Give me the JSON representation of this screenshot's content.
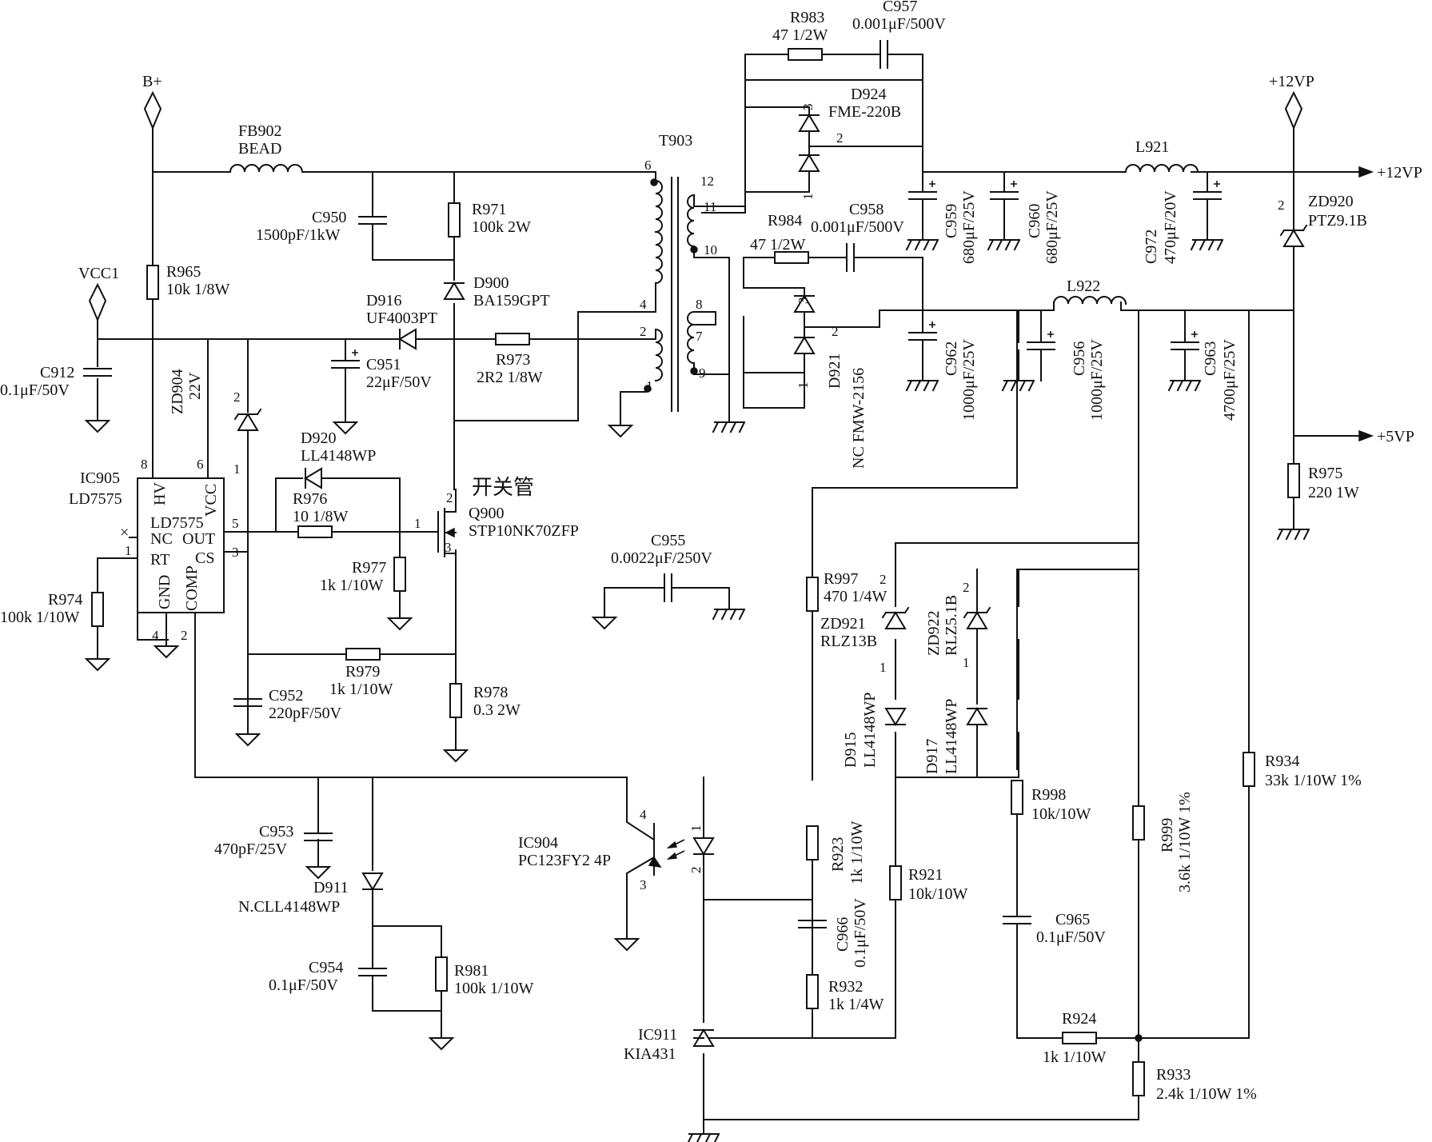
{
  "nodes": {
    "bplus": "B+",
    "vcc1": "VCC1",
    "p12vp_top": "+12VP",
    "p12vp_out": "+12VP",
    "p5vp_out": "+5VP"
  },
  "fb902": {
    "ref": "FB902",
    "value": "BEAD"
  },
  "t903": {
    "ref": "T903",
    "pins": [
      "6",
      "4",
      "2",
      "1",
      "12",
      "11",
      "10",
      "8",
      "7",
      "9"
    ]
  },
  "r983": {
    "ref": "R983",
    "value": "47  1/2W"
  },
  "c957": {
    "ref": "C957",
    "value": "0.001μF/500V"
  },
  "d924": {
    "ref": "D924",
    "value": "FME-220B",
    "pins": [
      "3",
      "2",
      "1"
    ]
  },
  "r984": {
    "ref": "R984",
    "value": "47  1/2W"
  },
  "c958": {
    "ref": "C958",
    "value": "0.001μF/500V"
  },
  "d921": {
    "ref": "D921",
    "value": "NC FMW-2156",
    "pins": [
      "3",
      "2",
      "1"
    ]
  },
  "c959": {
    "ref": "C959",
    "value": "680μF/25V"
  },
  "c960": {
    "ref": "C960",
    "value": "680μF/25V"
  },
  "l921": {
    "ref": "L921"
  },
  "c972": {
    "ref": "C972",
    "value": "470μF/20V"
  },
  "zd920": {
    "ref": "ZD920",
    "value": "PTZ9.1B",
    "pin": "2"
  },
  "c950": {
    "ref": "C950",
    "value": "1500pF/1kW"
  },
  "r971": {
    "ref": "R971",
    "value": "100k 2W"
  },
  "d900": {
    "ref": "D900",
    "value": "BA159GPT"
  },
  "r965": {
    "ref": "R965",
    "value": "10k 1/8W"
  },
  "d916": {
    "ref": "D916",
    "value": "UF4003PT"
  },
  "c912": {
    "ref": "C912",
    "value": "0.1μF/50V"
  },
  "c951": {
    "ref": "C951",
    "value": "22μF/50V"
  },
  "r973": {
    "ref": "R973",
    "value": "2R2 1/8W"
  },
  "zd904": {
    "ref": "ZD904",
    "value": "22V",
    "pins": [
      "2",
      "1"
    ]
  },
  "d920": {
    "ref": "D920",
    "value": "LL4148WP"
  },
  "ic905": {
    "ref": "IC905",
    "value": "LD7575",
    "inner": "LD7575",
    "pin_names": {
      "hv": "HV",
      "vcc": "VCC",
      "nc": "NC",
      "out": "OUT",
      "rt": "RT",
      "cs": "CS",
      "gnd": "GND",
      "comp": "COMP"
    },
    "pins": {
      "hv": "8",
      "vcc": "6",
      "out": "5",
      "cs": "3",
      "rt": "1",
      "gnd": "4",
      "comp": "2"
    },
    "nc_mark": "×"
  },
  "r976": {
    "ref": "R976",
    "value": "10  1/8W"
  },
  "q900": {
    "ref": "Q900",
    "value": "STP10NK70ZFP",
    "note": "开关管",
    "pins": [
      "2",
      "1",
      "3"
    ]
  },
  "r977": {
    "ref": "R977",
    "value": "1k 1/10W"
  },
  "r974": {
    "ref": "R974",
    "value": "100k 1/10W"
  },
  "c955": {
    "ref": "C955",
    "value": "0.0022μF/250V"
  },
  "l922": {
    "ref": "L922"
  },
  "c962": {
    "ref": "C962",
    "value": "1000μF/25V"
  },
  "c956": {
    "ref": "C956",
    "value": "1000μF/25V"
  },
  "c963": {
    "ref": "C963",
    "value": "4700μF/25V"
  },
  "r975": {
    "ref": "R975",
    "value": "220 1W"
  },
  "r979": {
    "ref": "R979",
    "value": "1k 1/10W"
  },
  "c952": {
    "ref": "C952",
    "value": "220pF/50V"
  },
  "r978": {
    "ref": "R978",
    "value": "0.3  2W"
  },
  "r997": {
    "ref": "R997",
    "value": "470 1/4W"
  },
  "zd921": {
    "ref": "ZD921",
    "value": "RLZ13B",
    "pins": [
      "2",
      "1"
    ]
  },
  "zd922": {
    "ref": "ZD922",
    "value": "RLZ5.1B",
    "pins": [
      "2",
      "1"
    ]
  },
  "d915": {
    "ref": "D915",
    "value": "LL4148WP"
  },
  "d917": {
    "ref": "D917",
    "value": "LL4148WP"
  },
  "c953": {
    "ref": "C953",
    "value": "470pF/25V"
  },
  "d911": {
    "ref": "D911",
    "value": "N.CLL4148WP"
  },
  "c954": {
    "ref": "C954",
    "value": "0.1μF/50V"
  },
  "r981": {
    "ref": "R981",
    "value": "100k 1/10W"
  },
  "ic904": {
    "ref": "IC904",
    "value": "PC123FY2 4P",
    "pins": [
      "4",
      "3",
      "1",
      "2"
    ]
  },
  "r923": {
    "ref": "R923",
    "value": "1k 1/10W"
  },
  "c966": {
    "ref": "C966",
    "value": "0.1μF/50V"
  },
  "r932": {
    "ref": "R932",
    "value": "1k 1/4W"
  },
  "r921": {
    "ref": "R921",
    "value": "10k/10W"
  },
  "r998": {
    "ref": "R998",
    "value": "10k/10W"
  },
  "c965": {
    "ref": "C965",
    "value": "0.1μF/50V"
  },
  "r999": {
    "ref": "R999",
    "value": "3.6k 1/10W 1%"
  },
  "r934": {
    "ref": "R934",
    "value": "33k 1/10W 1%"
  },
  "r924": {
    "ref": "R924",
    "value": "1k 1/10W"
  },
  "r933": {
    "ref": "R933",
    "value": "2.4k 1/10W 1%"
  },
  "ic911": {
    "ref": "IC911",
    "value": "KIA431"
  }
}
